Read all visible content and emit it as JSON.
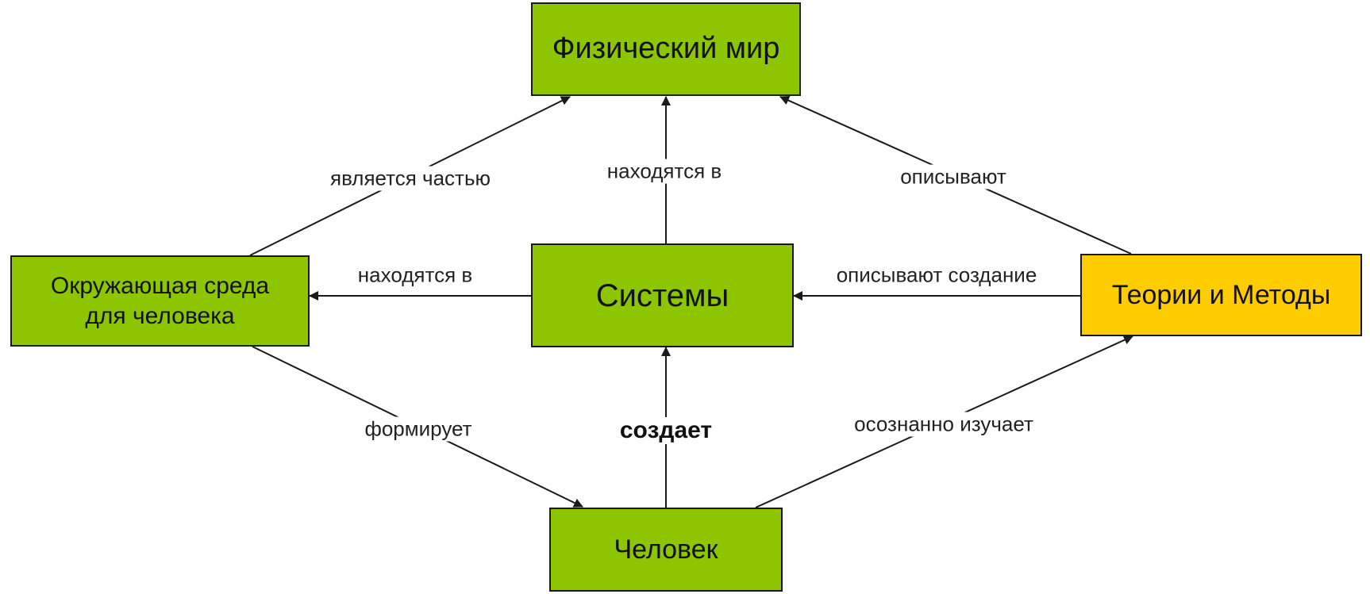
{
  "colors": {
    "node_fill": "#8dc600",
    "accent_fill": "#ffcc00",
    "line": "#1a1a1a"
  },
  "nodes": {
    "physical_world": "Физический мир",
    "systems": "Системы",
    "environment": "Окружающая среда\nдля человека",
    "theories": "Теории и Методы",
    "human": "Человек"
  },
  "edges": {
    "env_part_of_world": "является частью",
    "systems_in_world": "находятся в",
    "theories_describe_world": "описывают",
    "systems_in_env": "находятся в",
    "theories_describe_creation": "описывают создание",
    "env_forms_human": "формирует",
    "human_creates_systems": "создает",
    "human_studies_theories": "осознанно изучает"
  }
}
